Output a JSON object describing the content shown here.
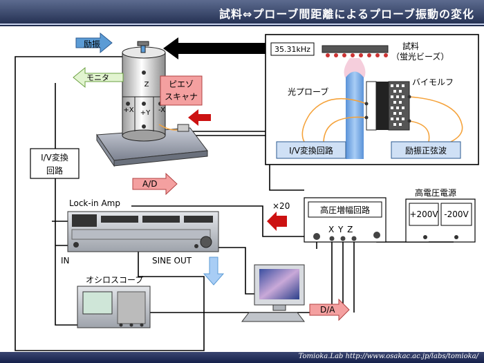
{
  "title": "試料⇔プローブ間距離によるプローブ振動の変化",
  "footer": "Tomioka.Lab   http://www.osakac.ac.jp/labs/tomioka/",
  "labels": {
    "excite": "励振",
    "monitor": "モニタ",
    "piezo_line1": "ピエゾ",
    "piezo_line2": "スキャナ",
    "iv_line1": "I/V変換",
    "iv_line2": "回路",
    "ad": "A/D",
    "lockin": "Lock-in Amp",
    "in": "IN",
    "sine_out": "SINE OUT",
    "oscilloscope": "オシロスコープ",
    "da": "D/A",
    "x20": "×20",
    "hv_amp": "高圧増幅回路",
    "xyz": "X Y Z",
    "hv_supply": "高電圧電源",
    "plus200": "+200V",
    "minus200": "-200V"
  },
  "inset": {
    "freq": "35.31kHz",
    "sample_line1": "試料",
    "sample_line2": "（蛍光ビーズ）",
    "optical_probe": "光プローブ",
    "bimorph": "バイモルフ",
    "iv_circuit": "I/V変換回路",
    "sine_excite": "励振正弦波"
  },
  "scanner_axes": {
    "z": "Z",
    "px": "+X",
    "py": "+Y",
    "mx": "-X"
  },
  "colors": {
    "title_dark": "#1f2b4d",
    "arrow_blue": "#5b9bd5",
    "arrow_green": "#92d050",
    "arrow_pink": "#f4a0a0",
    "arrow_red": "#cc1111",
    "probe_blue": "#6fa8e8",
    "box_blue": "#cfe0f5",
    "curve_orange": "#f5a33c",
    "bead_red": "#cc3333"
  }
}
